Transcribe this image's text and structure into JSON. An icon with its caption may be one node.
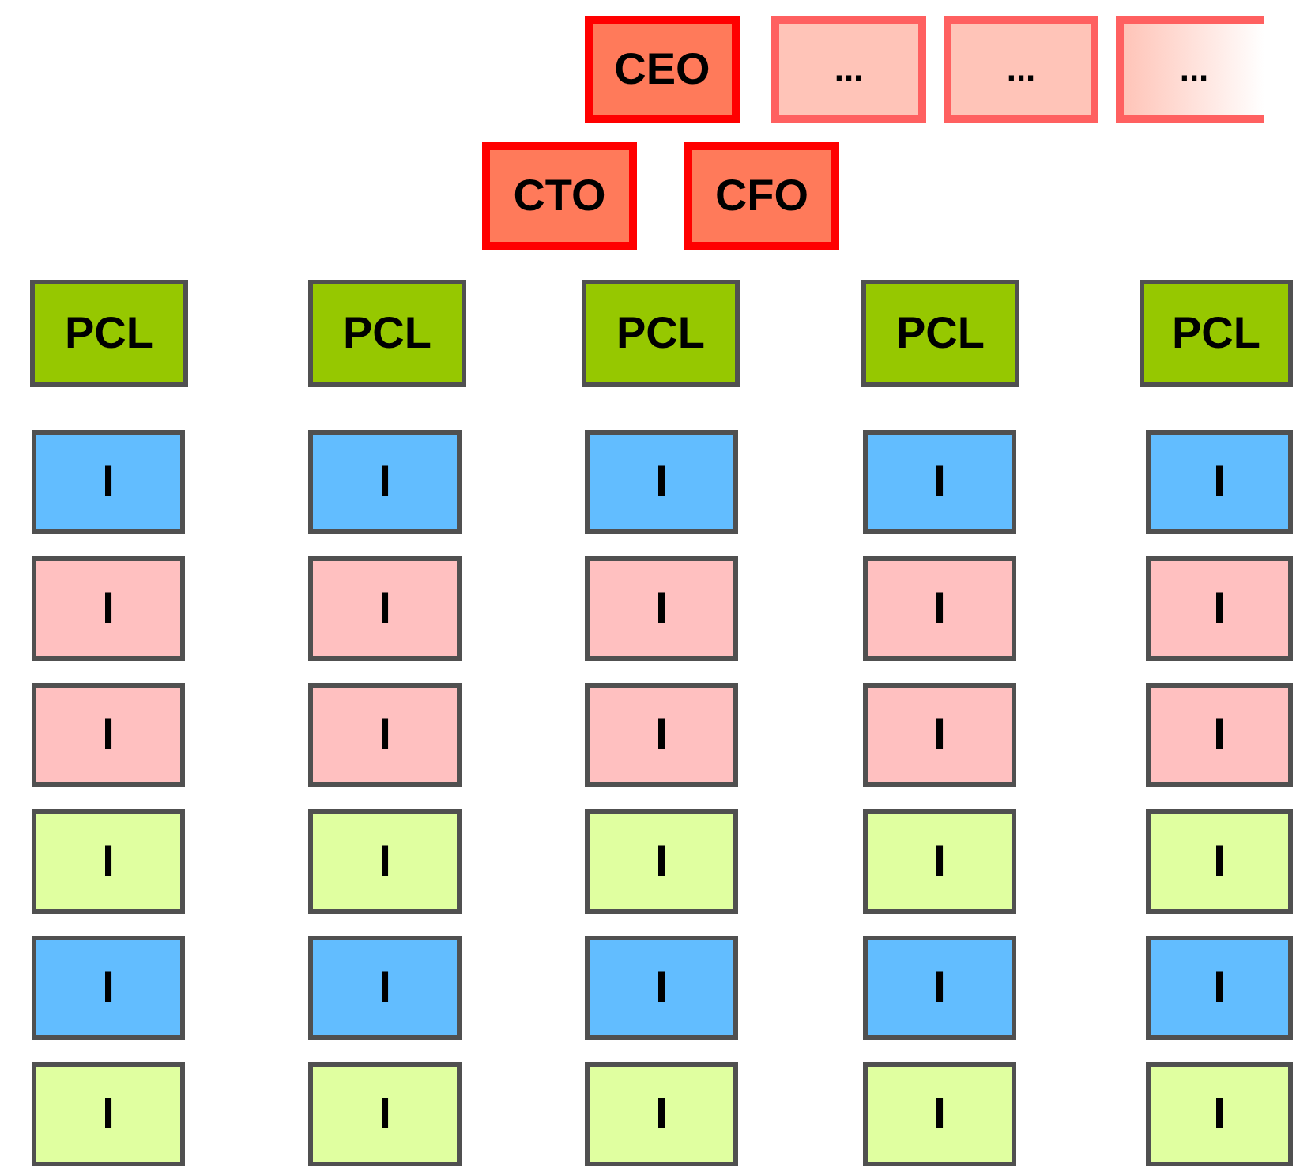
{
  "diagram": {
    "nodes": [
      {
        "text": [
          "CEO"
        ]
      },
      {
        "text": [
          "..."
        ]
      },
      {
        "text": [
          "..."
        ]
      },
      {
        "text": [
          "..."
        ]
      },
      {
        "text": [
          "CTO"
        ]
      },
      {
        "text": [
          "CFO"
        ]
      },
      {
        "text": [
          "PCL"
        ]
      },
      {
        "text": [
          "PCL"
        ]
      },
      {
        "text": [
          "PCL"
        ]
      },
      {
        "text": [
          "PCL"
        ]
      },
      {
        "text": [
          "PCL"
        ]
      },
      {
        "text": [
          "I"
        ]
      },
      {
        "text": [
          "I"
        ]
      },
      {
        "text": [
          "I"
        ]
      },
      {
        "text": [
          "I"
        ]
      },
      {
        "text": [
          "I"
        ]
      },
      {
        "text": [
          "I"
        ]
      },
      {
        "text": [
          "I"
        ]
      },
      {
        "text": [
          "I"
        ]
      },
      {
        "text": [
          "I"
        ]
      },
      {
        "text": [
          "I"
        ]
      },
      {
        "text": [
          "I"
        ]
      },
      {
        "text": [
          "I"
        ]
      },
      {
        "text": [
          "I"
        ]
      },
      {
        "text": [
          "I"
        ]
      },
      {
        "text": [
          "I"
        ]
      },
      {
        "text": [
          "I"
        ]
      },
      {
        "text": [
          "I"
        ]
      },
      {
        "text": [
          "I"
        ]
      },
      {
        "text": [
          "I"
        ]
      },
      {
        "text": [
          "I"
        ]
      },
      {
        "text": [
          "I"
        ]
      },
      {
        "text": [
          "I"
        ]
      },
      {
        "text": [
          "I"
        ]
      },
      {
        "text": [
          "I"
        ]
      },
      {
        "text": [
          "I"
        ]
      },
      {
        "text": [
          "I"
        ]
      },
      {
        "text": [
          "I"
        ]
      },
      {
        "text": [
          "I"
        ]
      },
      {
        "text": [
          "I"
        ]
      },
      {
        "text": [
          "I"
        ]
      }
    ]
  }
}
